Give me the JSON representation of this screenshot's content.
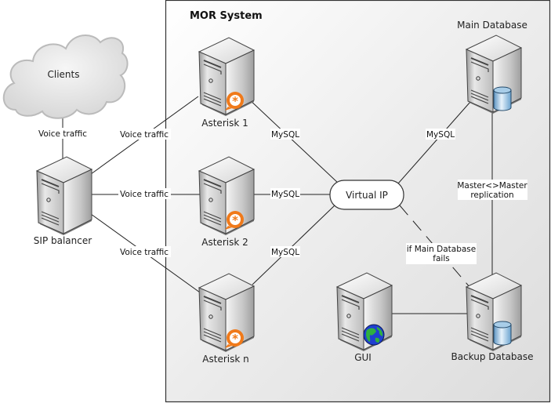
{
  "diagram": {
    "system_title": "MOR System",
    "nodes": {
      "clients": {
        "label": "Clients",
        "icon": "cloud-icon"
      },
      "sip_balancer": {
        "label": "SIP balancer",
        "icon": "server-icon"
      },
      "asterisk1": {
        "label": "Asterisk 1",
        "icon": "server-icon",
        "badge": "asterisk-icon"
      },
      "asterisk2": {
        "label": "Asterisk 2",
        "icon": "server-icon",
        "badge": "asterisk-icon"
      },
      "asteriskn": {
        "label": "Asterisk n",
        "icon": "server-icon",
        "badge": "asterisk-icon"
      },
      "virtual_ip": {
        "label": "Virtual IP"
      },
      "main_db": {
        "label": "Main Database",
        "icon": "server-icon",
        "badge": "database-icon"
      },
      "backup_db": {
        "label": "Backup Database",
        "icon": "server-icon",
        "badge": "database-icon"
      },
      "gui": {
        "label": "GUI",
        "icon": "server-icon",
        "badge": "globe-icon"
      }
    },
    "edges": [
      {
        "from": "clients",
        "to": "sip_balancer",
        "label": "Voice traffic",
        "style": "solid"
      },
      {
        "from": "sip_balancer",
        "to": "asterisk1",
        "label": "Voice traffic",
        "style": "solid"
      },
      {
        "from": "sip_balancer",
        "to": "asterisk2",
        "label": "Voice traffic",
        "style": "solid"
      },
      {
        "from": "sip_balancer",
        "to": "asteriskn",
        "label": "Voice traffic",
        "style": "solid"
      },
      {
        "from": "asterisk1",
        "to": "virtual_ip",
        "label": "MySQL",
        "style": "solid"
      },
      {
        "from": "asterisk2",
        "to": "virtual_ip",
        "label": "MySQL",
        "style": "solid"
      },
      {
        "from": "asteriskn",
        "to": "virtual_ip",
        "label": "MySQL",
        "style": "solid"
      },
      {
        "from": "virtual_ip",
        "to": "main_db",
        "label": "MySQL",
        "style": "solid"
      },
      {
        "from": "virtual_ip",
        "to": "backup_db",
        "label_line1": "if Main Database",
        "label_line2": "fails",
        "style": "dashed"
      },
      {
        "from": "main_db",
        "to": "backup_db",
        "label_line1": "Master<>Master",
        "label_line2": "replication",
        "style": "solid"
      },
      {
        "from": "gui",
        "to": "backup_db",
        "label": "",
        "style": "solid"
      }
    ],
    "colors": {
      "asterisk_orange": "#f07a1a",
      "database_blue": "#8fbfe0",
      "globe_blue": "#1f3fd0",
      "globe_green": "#2fb040"
    }
  }
}
